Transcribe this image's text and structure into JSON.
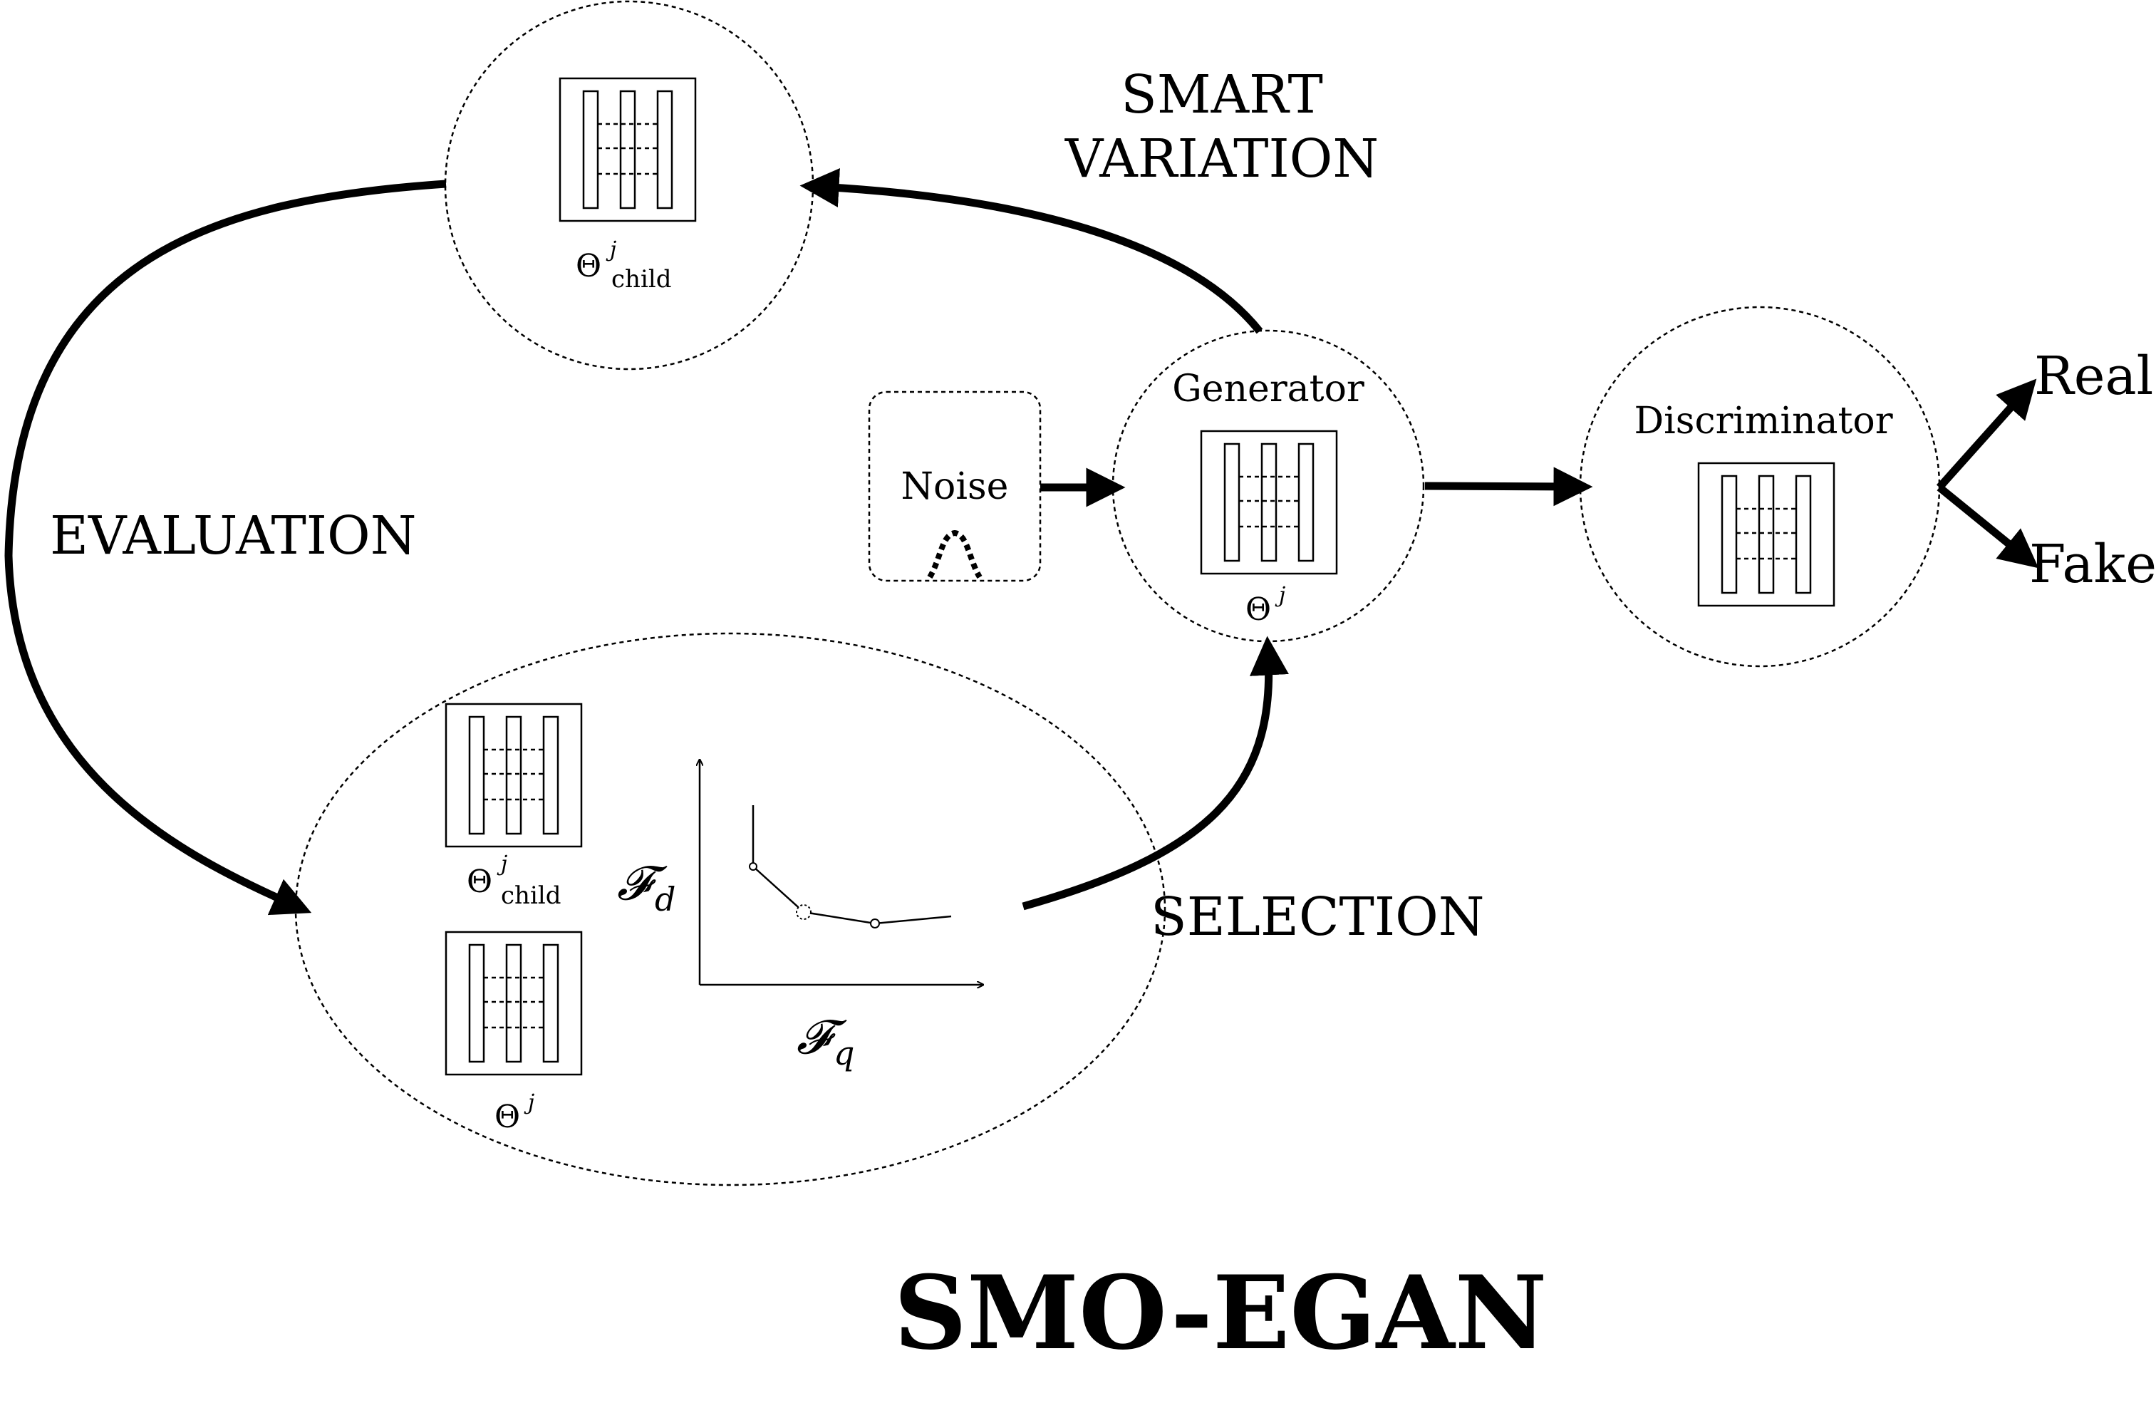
{
  "labels": {
    "smart_variation_line1": "SMART",
    "smart_variation_line2": "VARIATION",
    "evaluation": "EVALUATION",
    "selection": "SELECTION",
    "noise": "Noise",
    "generator": "Generator",
    "discriminator": "Discriminator",
    "real": "Real",
    "fake": "Fake",
    "title": "SMO-EGAN"
  },
  "math": {
    "theta": "Θ",
    "superscript_j": "j",
    "subscript_child": "child",
    "f_script": "𝓕",
    "sub_d": "d",
    "sub_q": "q"
  },
  "icons": [
    "network-icon",
    "gaussian-noise-icon",
    "pareto-front-plot-icon"
  ]
}
